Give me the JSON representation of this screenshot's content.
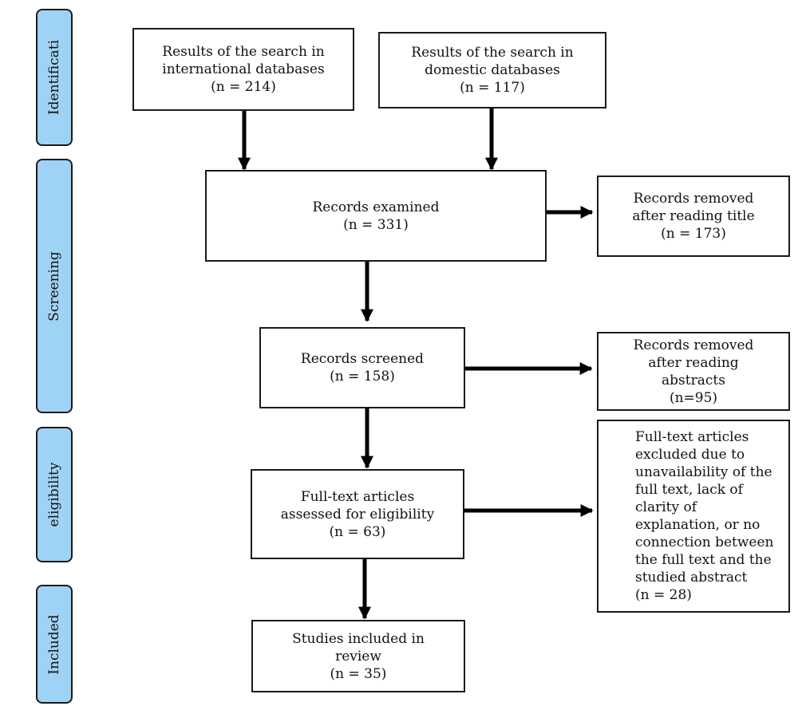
{
  "phases": [
    {
      "label": "Identificati"
    },
    {
      "label": "Screening"
    },
    {
      "label": "eligibility"
    },
    {
      "label": "Included"
    }
  ],
  "boxes": {
    "international": {
      "lines": [
        "Results of the search in",
        "international databases",
        "(n = 214)"
      ]
    },
    "domestic": {
      "lines": [
        "Results of the search in",
        "domestic databases",
        "(n = 117)"
      ]
    },
    "examined": {
      "lines": [
        "Records examined",
        "(n = 331)"
      ]
    },
    "removed_title": {
      "lines": [
        "Records removed",
        "after reading title",
        "(n = 173)"
      ]
    },
    "screened": {
      "lines": [
        "Records screened",
        "(n = 158)"
      ]
    },
    "removed_abstracts": {
      "lines": [
        "Records removed",
        "after reading",
        "abstracts",
        "(n=95)"
      ]
    },
    "fulltext": {
      "lines": [
        "Full-text articles",
        "assessed for eligibility",
        "(n = 63)"
      ]
    },
    "excluded": {
      "lines": [
        "Full-text articles",
        "excluded due to",
        "unavailability of the",
        "full text, lack of",
        "clarity of",
        "explanation, or no",
        "connection between",
        "the full text and the",
        "studied abstract",
        "(n = 28)"
      ]
    },
    "included": {
      "lines": [
        "Studies included in",
        "review",
        "(n = 35)"
      ]
    }
  },
  "colors": {
    "phase_fill": "#9fd3f5",
    "border": "#1a1a1a",
    "arrow": "#000000"
  }
}
